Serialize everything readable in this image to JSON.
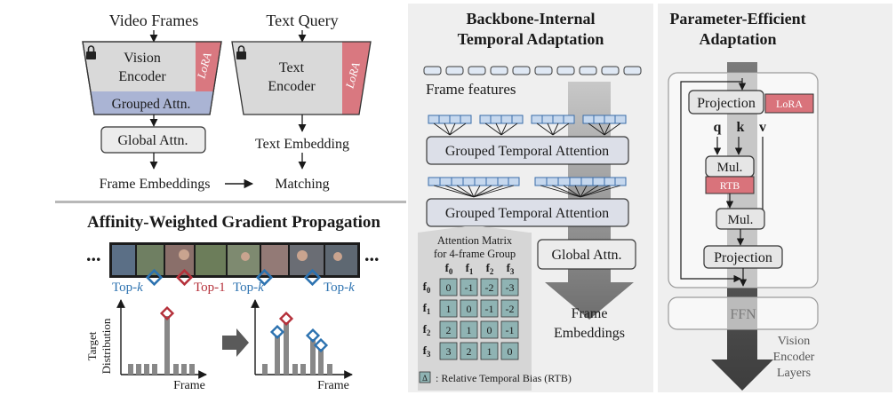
{
  "panel_a": {
    "video_frames": "Video Frames",
    "text_query": "Text Query",
    "vision_encoder": [
      "Vision",
      "Encoder"
    ],
    "grouped_attn": "Grouped Attn.",
    "lora": "LoRA",
    "text_encoder": [
      "Text",
      "Encoder"
    ],
    "global_attn": "Global Attn.",
    "text_embedding": "Text Embedding",
    "frame_embeddings": "Frame Embeddings",
    "matching": "Matching"
  },
  "panel_b": {
    "title": "Affinity-Weighted Gradient Propagation",
    "top_k": "Top-",
    "k": "k",
    "top_1": "Top-1",
    "ylabel": [
      "Target",
      "Distribution"
    ],
    "xlabel": "Frame",
    "ellipsis": "..."
  },
  "panel_c": {
    "title": [
      "Backbone-Internal",
      "Temporal Adaptation"
    ],
    "frame_features": "Frame features",
    "gta": "Grouped Temporal Attention",
    "global_attn": "Global Attn.",
    "frame_embeddings": [
      "Frame",
      "Embeddings"
    ],
    "matrix_title": [
      "Attention Matrix",
      "for 4-frame Group"
    ],
    "f": "f",
    "idx": [
      "0",
      "1",
      "2",
      "3"
    ],
    "matrix": [
      [
        "0",
        "-1",
        "-2",
        "-3"
      ],
      [
        "1",
        "0",
        "-1",
        "-2"
      ],
      [
        "2",
        "1",
        "0",
        "-1"
      ],
      [
        "3",
        "2",
        "1",
        "0"
      ]
    ],
    "rtb_symbol": "Δ",
    "rtb_label": ": Relative Temporal Bias (RTB)"
  },
  "panel_d": {
    "title": [
      "Parameter-Efficient",
      "Adaptation"
    ],
    "projection": "Projection",
    "lora": "LoRA",
    "q": "q",
    "k": "k",
    "v": "v",
    "mul": "Mul.",
    "rtb": "RTB",
    "ffn": "FFN",
    "layers": [
      "Vision",
      "Encoder",
      "Layers"
    ]
  },
  "colors": {
    "encoder_gray": "#d9d9d9",
    "grouped_blue": "#aab4d4",
    "lora_red": "#d9737b",
    "frame_blue": "#c6d8ee",
    "frame_border": "#3a6da8",
    "highlight_blue": "#2c72b0",
    "highlight_red": "#b5303a",
    "arrow_gray": "#8c8c8c",
    "panel_bg": "#efefef",
    "matrix_teal": "#8fb3b3"
  }
}
